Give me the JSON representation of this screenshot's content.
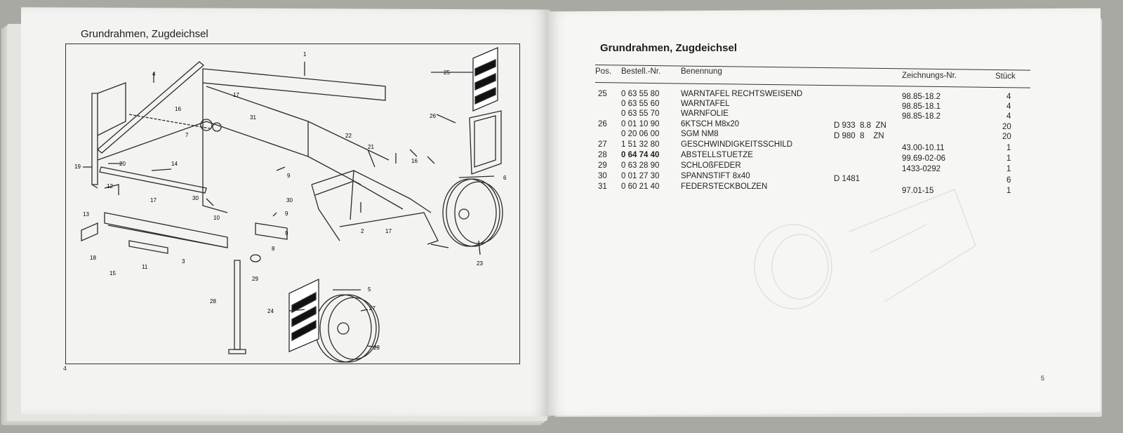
{
  "left_page": {
    "title": "Grundrahmen, Zugdeichsel",
    "page_number": "4",
    "callouts": [
      "1",
      "2",
      "3",
      "4",
      "5",
      "6",
      "7",
      "8",
      "9",
      "10",
      "11",
      "12",
      "13",
      "14",
      "15",
      "16",
      "17",
      "18",
      "19",
      "20",
      "21",
      "22",
      "23",
      "24",
      "25",
      "26",
      "27",
      "28",
      "29",
      "30",
      "31",
      "9",
      "17",
      "23",
      "16",
      "17",
      "9",
      "30"
    ]
  },
  "right_page": {
    "title": "Grundrahmen, Zugdeichsel",
    "page_number": "5",
    "headers": {
      "pos": "Pos.",
      "order_no": "Bestell.-Nr.",
      "name": "Benennung",
      "drawing_no": "Zeichnungs-Nr.",
      "qty": "Stück"
    },
    "rows": [
      {
        "pos": "25",
        "order_no": "0 63 55 80",
        "name": "WARNTAFEL RECHTSWEISEND",
        "norm": "",
        "drawing_no": "98.85-18.2",
        "qty": "4"
      },
      {
        "pos": "",
        "order_no": "0 63 55 60",
        "name": "WARNTAFEL",
        "norm": "",
        "drawing_no": "98.85-18.1",
        "qty": "4"
      },
      {
        "pos": "",
        "order_no": "0 63 55 70",
        "name": "WARNFOLIE",
        "norm": "",
        "drawing_no": "98.85-18.2",
        "qty": "4"
      },
      {
        "pos": "26",
        "order_no": "0 01 10 90",
        "name": "6KTSCH M8x20",
        "norm": "D 933  8.8  ZN",
        "drawing_no": "",
        "qty": "20"
      },
      {
        "pos": "",
        "order_no": "0 20 06 00",
        "name": "SGM NM8",
        "norm": "D 980  8    ZN",
        "drawing_no": "",
        "qty": "20"
      },
      {
        "pos": "27",
        "order_no": "1 51 32 80",
        "name": "GESCHWINDIGKEITSSCHILD",
        "norm": "",
        "drawing_no": "43.00-10.11",
        "qty": "1"
      },
      {
        "pos": "28",
        "order_no": "0 64 74 40",
        "name": "ABSTELLSTUETZE",
        "norm": "",
        "drawing_no": "99.69-02-06",
        "qty": "1"
      },
      {
        "pos": "29",
        "order_no": "0 63 28 90",
        "name": "SCHLOßFEDER",
        "norm": "",
        "drawing_no": "1433-0292",
        "qty": "1"
      },
      {
        "pos": "30",
        "order_no": "0 01 27 30",
        "name": "SPANNSTIFT 8x40",
        "norm": "D 1481",
        "drawing_no": "",
        "qty": "6"
      },
      {
        "pos": "31",
        "order_no": "0 60 21 40",
        "name": "FEDERSTECKBOLZEN",
        "norm": "",
        "drawing_no": "97.01-15",
        "qty": "1"
      }
    ]
  },
  "colors": {
    "background": "#a9a9a3",
    "paper": "#f4f4f2",
    "ink": "#222222"
  }
}
